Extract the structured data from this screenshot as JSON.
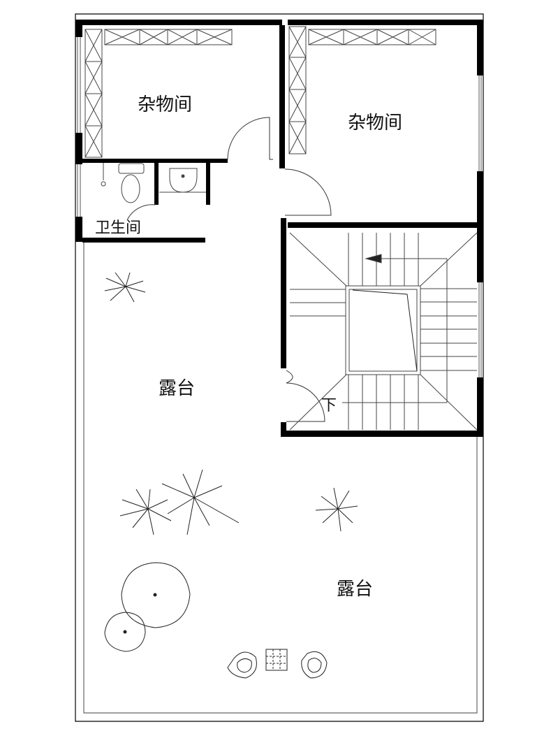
{
  "plan": {
    "rooms": {
      "storage_left": "杂物间",
      "storage_right": "杂物间",
      "bathroom": "卫生间",
      "terrace_upper": "露台",
      "terrace_lower": "露台"
    },
    "stair_direction": "下"
  },
  "colors": {
    "wall": "#000000",
    "line": "#333333",
    "background": "#ffffff"
  }
}
